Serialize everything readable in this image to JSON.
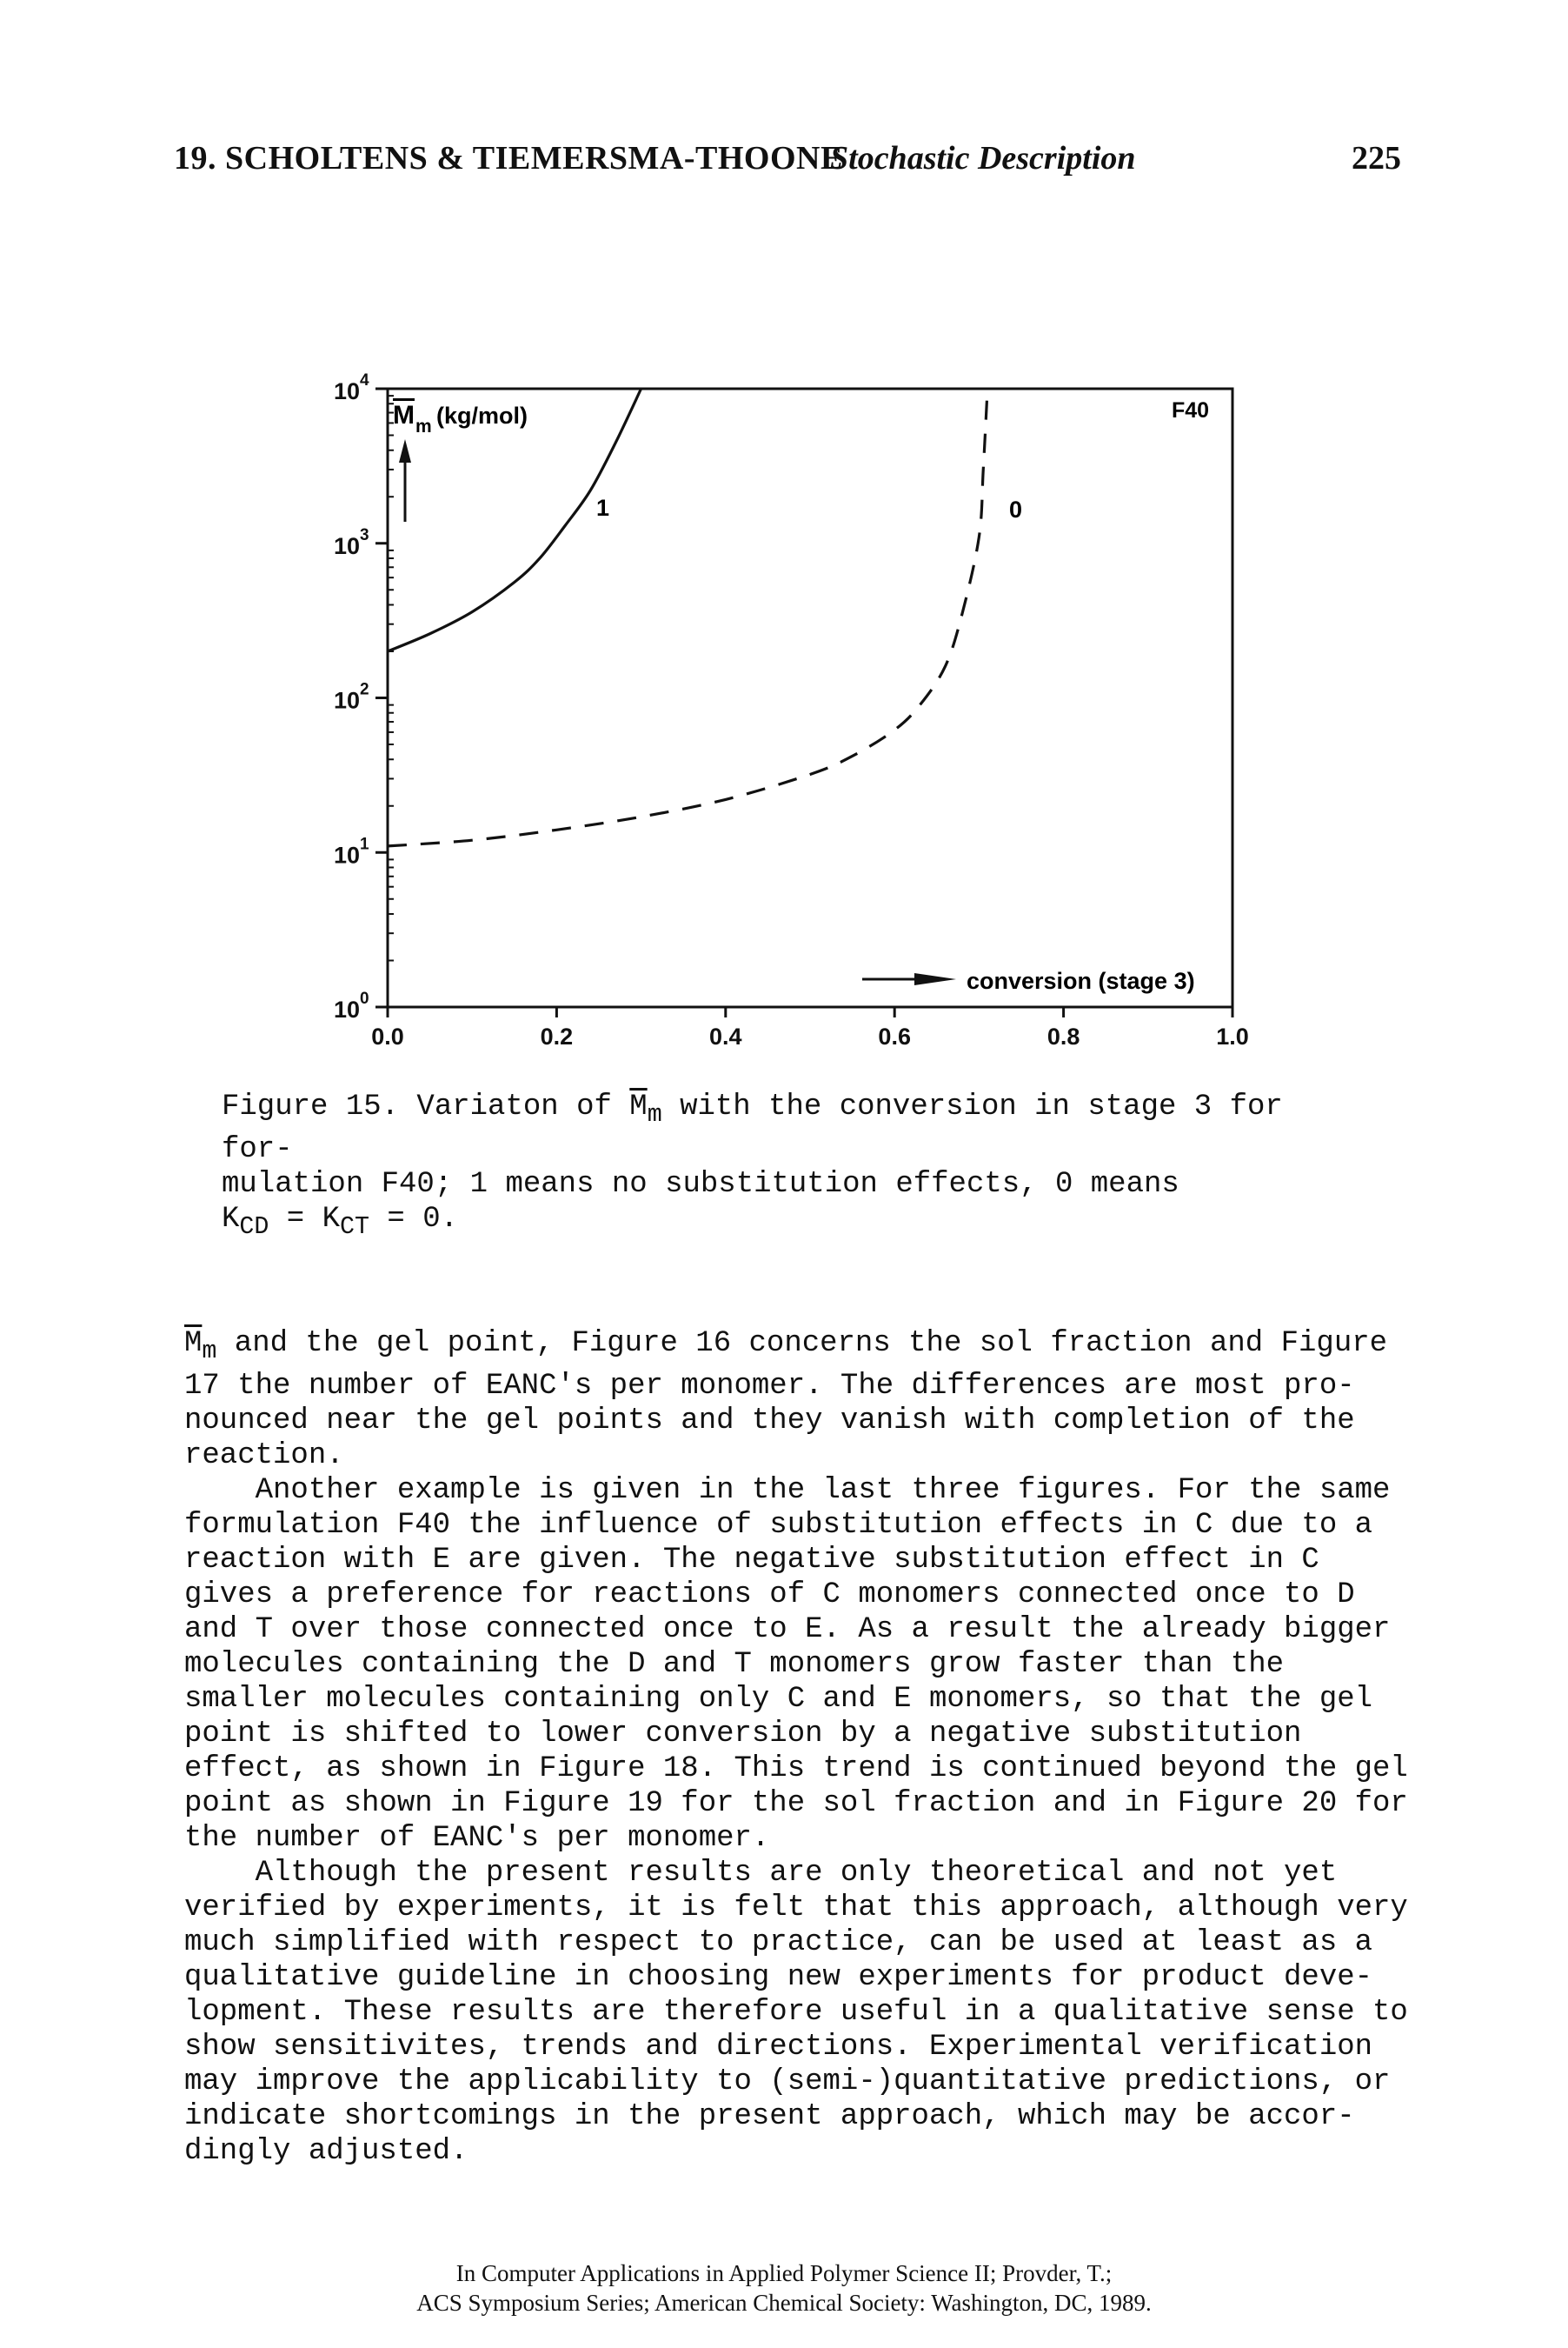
{
  "running_head": {
    "left": "19. SCHOLTENS & TIEMERSMA-THOONE",
    "middle": "Stochastic Description",
    "page_number": "225"
  },
  "figure": {
    "y_axis_label_symbol": "M",
    "y_axis_label_subscript": "m",
    "y_axis_label_unit": "(kg/mol)",
    "x_axis_label": "conversion (stage 3)",
    "formulation_label": "F40",
    "curve_labels": [
      "1",
      "0"
    ]
  },
  "chart_data": {
    "type": "line",
    "ylabel": "Mm (kg/mol)",
    "xlabel": "conversion (stage 3)",
    "xlim": [
      0.0,
      1.0
    ],
    "ylim": [
      1,
      10000
    ],
    "yscale": "log",
    "x_tick_labels": [
      "0.0",
      "0.2",
      "0.4",
      "0.6",
      "0.8",
      "1.0"
    ],
    "y_tick_base": "10",
    "y_tick_exponents": [
      "0",
      "1",
      "2",
      "3",
      "4"
    ],
    "grid": false,
    "annotations": [
      "F40",
      "1",
      "0"
    ],
    "series": [
      {
        "name": "1",
        "style": "solid",
        "x": [
          0.0,
          0.05,
          0.1,
          0.15,
          0.18,
          0.21,
          0.24,
          0.27,
          0.3
        ],
        "y": [
          200,
          260,
          360,
          560,
          800,
          1300,
          2200,
          4500,
          10000
        ]
      },
      {
        "name": "0",
        "style": "dashed",
        "x": [
          0.0,
          0.1,
          0.2,
          0.3,
          0.4,
          0.5,
          0.55,
          0.6,
          0.63,
          0.66,
          0.68,
          0.7,
          0.705,
          0.71
        ],
        "y": [
          11,
          12,
          14,
          17,
          22,
          32,
          42,
          62,
          90,
          160,
          350,
          1100,
          3000,
          10000
        ]
      }
    ]
  },
  "caption": {
    "line1_a": "Figure 15. Variaton of ",
    "line1_sym": "M",
    "line1_sub": "m",
    "line1_b": " with the conversion in stage 3 for for-",
    "line2": "mulation F40; 1 means no substitution effects, 0 means",
    "line3_a": "K",
    "line3_sub1": "CD",
    "line3_b": " = K",
    "line3_sub2": "CT",
    "line3_c": " = 0."
  },
  "body": {
    "p1_sym": "M",
    "p1_sub": "m",
    "p1_rest": " and the gel point, Figure 16 concerns the sol fraction and Figure\n17 the number of EANC's per monomer. The differences are most pro-\nnounced near the gel points and they vanish with completion of the\nreaction.",
    "p2": "    Another example is given in the last three figures. For the same\nformulation F40 the influence of substitution effects in C due to a\nreaction with E are given. The negative substitution effect in C\ngives a preference for reactions of C monomers connected once to D\nand T over those connected once to E. As a result the already bigger\nmolecules containing the D and T monomers grow faster than the\nsmaller molecules containing only C and E monomers, so that the gel\npoint is shifted to lower conversion by a negative substitution\neffect, as shown in Figure 18. This trend is continued beyond the gel\npoint as shown in Figure 19 for the sol fraction and in Figure 20 for\nthe number of EANC's per monomer.",
    "p3": "    Although the present results are only theoretical and not yet\nverified by experiments, it is felt that this approach, although very\nmuch simplified with respect to practice, can be used at least as a\nqualitative guideline in choosing new experiments for product deve-\nlopment. These results are therefore useful in a qualitative sense to\nshow sensitivites, trends and directions. Experimental verification\nmay improve the applicability to (semi-)quantitative predictions, or\nindicate shortcomings in the present approach, which may be accor-\ndingly adjusted."
  },
  "footer": {
    "line1": "In Computer Applications in Applied Polymer Science II; Provder, T.;",
    "line2": "ACS Symposium Series; American Chemical Society: Washington, DC, 1989."
  }
}
